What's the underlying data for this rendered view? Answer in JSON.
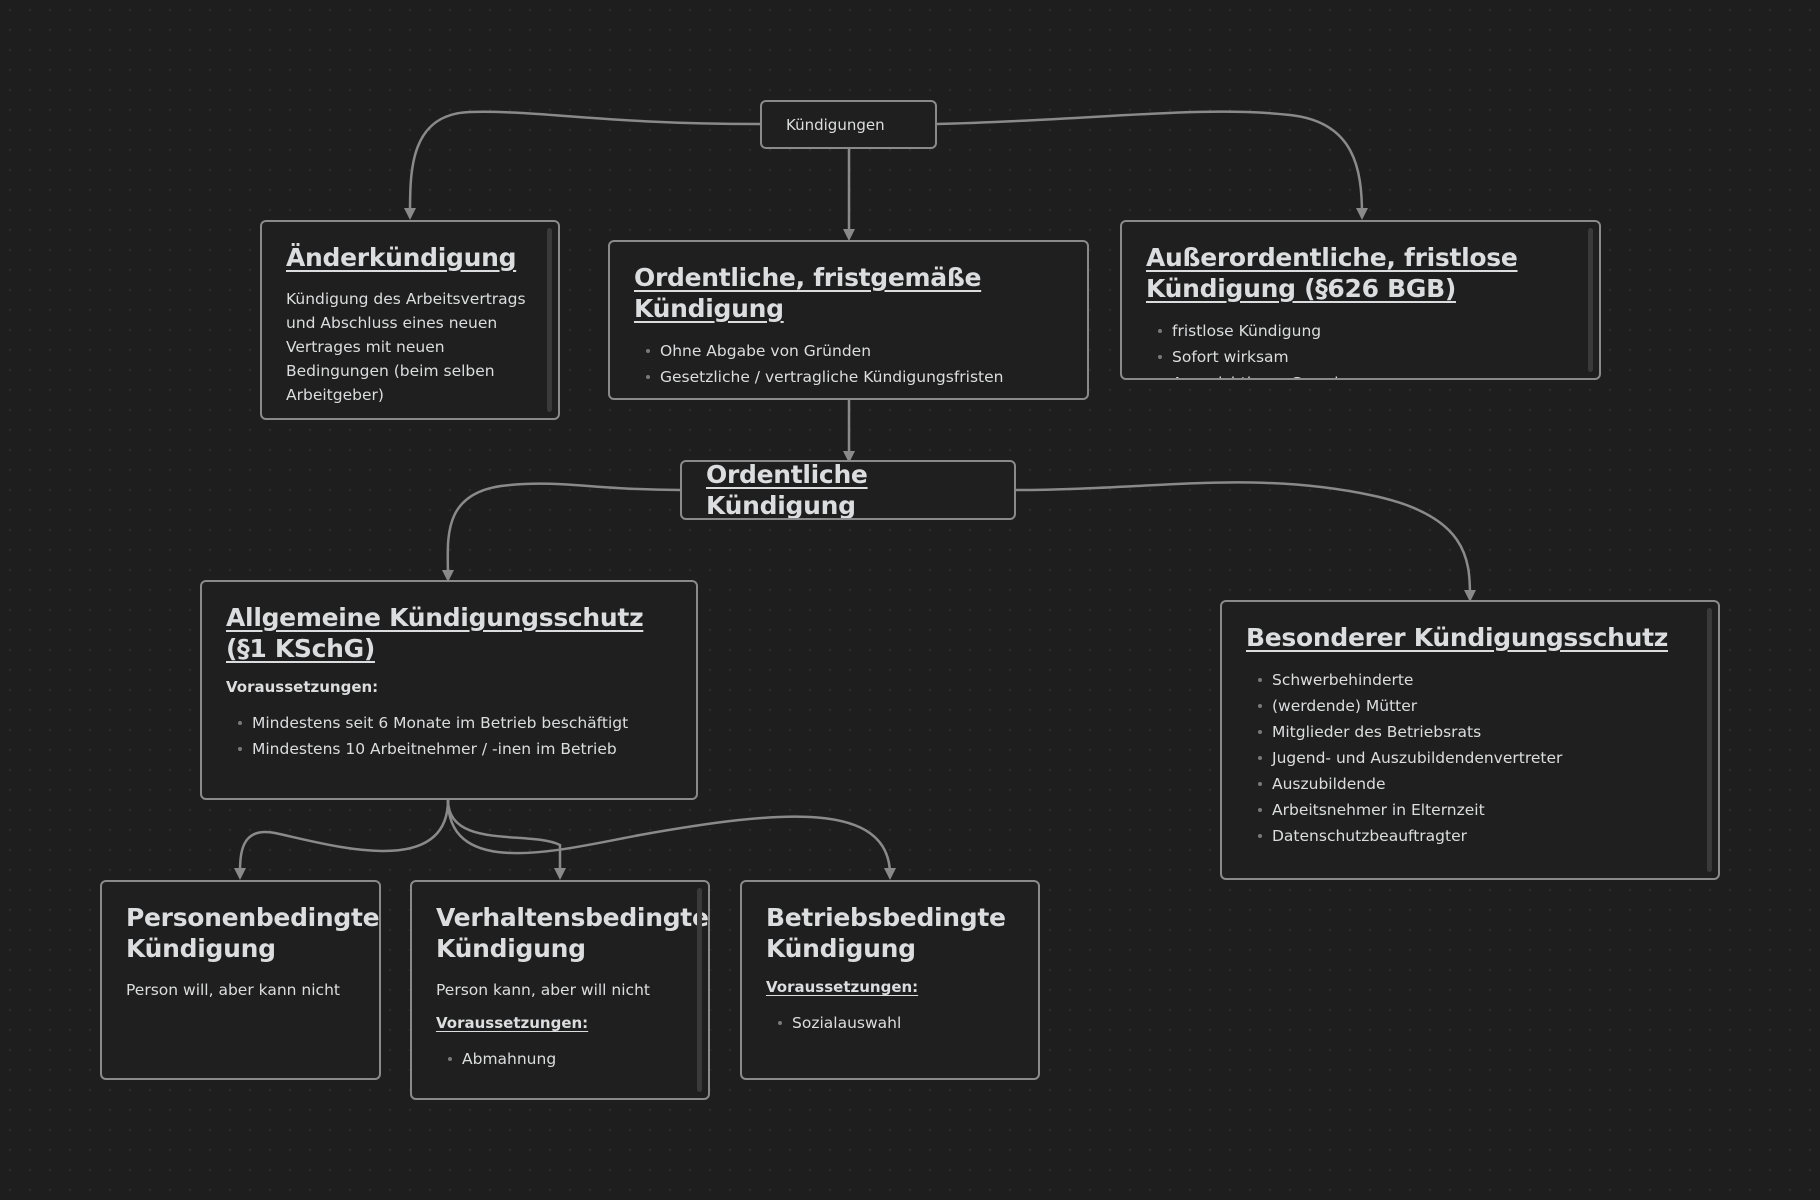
{
  "colors": {
    "background": "#1e1e1e",
    "node_border": "#8a8a8a",
    "edge": "#8a8a8a",
    "text": "#dcddde"
  },
  "nodes": {
    "root": {
      "label": "Kündigungen"
    },
    "aenderung": {
      "title": "Änderkündigung",
      "text": "Kündigung des Arbeitsvertrags und Abschluss eines neuen Vertrages mit neuen Bedingungen (beim selben Arbeitgeber)"
    },
    "ordentlich_fristgemaess": {
      "title": "Ordentliche, fristgemäße Kündigung",
      "items": [
        "Ohne Abgabe von Gründen",
        "Gesetzliche / vertragliche Kündigungsfristen"
      ]
    },
    "ausserordentlich": {
      "title": "Außerordentliche, fristlose Kündigung (§626 BGB)",
      "items": [
        "fristlose Kündigung",
        "Sofort wirksam",
        "Aus wichtigem Grund"
      ]
    },
    "ordentlich": {
      "title": "Ordentliche Kündigung"
    },
    "allgemein": {
      "title": "Allgemeine Kündigungsschutz (§1 KSchG)",
      "subhead": "Voraussetzungen:",
      "items": [
        "Mindestens seit 6 Monate im Betrieb beschäftigt",
        "Mindestens 10 Arbeitnehmer / -inen im Betrieb"
      ]
    },
    "besonders": {
      "title": "Besonderer Kündigungsschutz",
      "items": [
        "Schwerbehinderte",
        "(werdende) Mütter",
        "Mitglieder des Betriebsrats",
        "Jugend- und Auszubildendenvertreter",
        "Auszubildende",
        "Arbeitsnehmer in Elternzeit",
        "Datenschutzbeauftragter"
      ]
    },
    "person": {
      "title": "Personenbedingte Kündigung",
      "text": "Person will, aber kann nicht"
    },
    "verhalten": {
      "title": "Verhaltensbedingte Kündigung",
      "text": "Person kann, aber will nicht",
      "subhead": "Voraussetzungen:",
      "items": [
        "Abmahnung"
      ]
    },
    "betrieb": {
      "title": "Betriebsbedingte Kündigung",
      "subhead": "Voraussetzungen:",
      "items": [
        "Sozialauswahl"
      ]
    }
  }
}
